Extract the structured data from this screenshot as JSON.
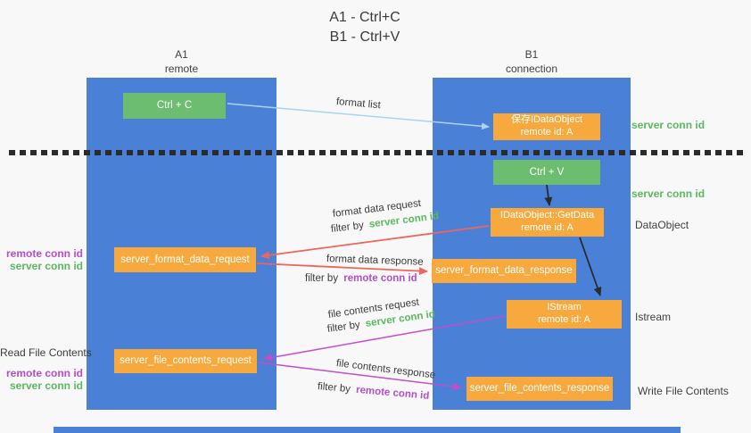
{
  "title": {
    "line1": "A1 - Ctrl+C",
    "line2": "B1 - Ctrl+V"
  },
  "lanes": {
    "left": {
      "id": "A1",
      "role": "remote"
    },
    "right": {
      "id": "B1",
      "role": "connection"
    }
  },
  "nodes": {
    "ctrl_c": {
      "label": "Ctrl + C"
    },
    "save_idataobject": {
      "line1": "保存IDataObject",
      "line2": "remote id: A"
    },
    "ctrl_v": {
      "label": "Ctrl + V"
    },
    "getdata": {
      "line1": "IDataObject::GetData",
      "line2": "remote id: A"
    },
    "server_format_data_request": {
      "label": "server_format_data_request"
    },
    "server_format_data_response": {
      "label": "server_format_data_response"
    },
    "istream": {
      "line1": "IStream",
      "line2": "remote id: A"
    },
    "server_file_contents_request": {
      "label": "server_file_contents_request"
    },
    "server_file_contents_response": {
      "label": "server_file_contents_response"
    }
  },
  "right_labels": {
    "server_conn_id_1": "server conn id",
    "server_conn_id_2": "server conn id",
    "dataobject": "DataObject",
    "istream": "Istream",
    "write_file_contents": "Write File Contents"
  },
  "left_labels": {
    "remote_conn_id_1": "remote conn id",
    "server_conn_id_1": "server conn id",
    "read_file_contents": "Read File Contents",
    "remote_conn_id_2": "remote conn id",
    "server_conn_id_2": "server conn id"
  },
  "arrow_labels": {
    "format_list": "format list",
    "format_data_request": "format data request",
    "format_data_response": "format data response",
    "file_contents_request": "file contents request",
    "file_contents_response": "file contents response",
    "filter_by": "filter by",
    "server_conn_id": "server conn id",
    "remote_conn_id": "remote conn id"
  },
  "colors": {
    "lane_blue": "#4a80d6",
    "node_green": "#6cbd70",
    "node_orange": "#f8a93e",
    "green_text": "#5cb860",
    "purple_text": "#b44fc8",
    "red_arrow": "#ed665c",
    "magenta_arrow": "#c24ec9",
    "light_blue_arrow": "#a9d3ee",
    "divider_black": "#2b2b2b",
    "background": "#f8f8f9"
  }
}
